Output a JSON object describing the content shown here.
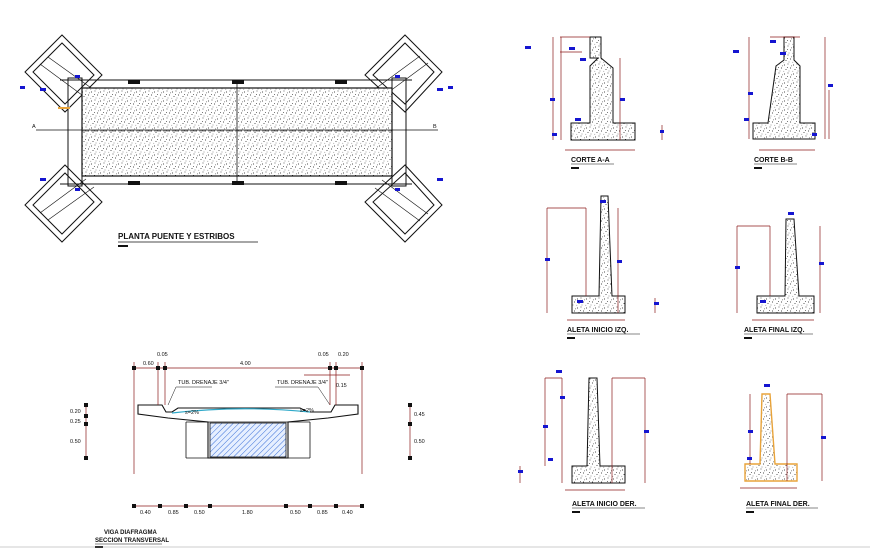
{
  "views": {
    "planta": {
      "title": "PLANTA PUENTE Y ESTRIBOS",
      "section_a": "A",
      "section_b": "B"
    },
    "corte_a": {
      "title": "CORTE A-A"
    },
    "corte_b": {
      "title": "CORTE B-B"
    },
    "aleta_inicio_izq": {
      "title": "ALETA INICIO IZQ."
    },
    "aleta_final_izq": {
      "title": "ALETA FINAL IZQ."
    },
    "aleta_inicio_der": {
      "title": "ALETA INICIO DER."
    },
    "aleta_final_der": {
      "title": "ALETA FINAL DER."
    },
    "seccion": {
      "title_1": "VIGA DIAFRAGMA",
      "title_2": "SECCION TRANSVERSAL",
      "drain_left": "TUB. DRENAJE 3/4\"",
      "drain_right": "TUB. DRENAJE 3/4\"",
      "slope_left": "s=2%",
      "slope_right": "s=2%",
      "top_dims": [
        "0.60",
        "0.05",
        "4.00",
        "0.05",
        "0.20"
      ],
      "top_dims_2": [
        "0.15"
      ],
      "left_dims": [
        "0.20",
        "0.25",
        "0.50"
      ],
      "right_dims": [
        "0.45",
        "0.50"
      ],
      "bottom_dims": [
        "0.40",
        "0.85",
        "0.50",
        "1.80",
        "0.50",
        "0.85",
        "0.40"
      ]
    }
  },
  "colors": {
    "dimension_lines": "#8b1a1a",
    "dimension_marks": "#1515d0",
    "hatch_blue": "#3a6fd8",
    "highlight_orange": "#e8a33a"
  }
}
